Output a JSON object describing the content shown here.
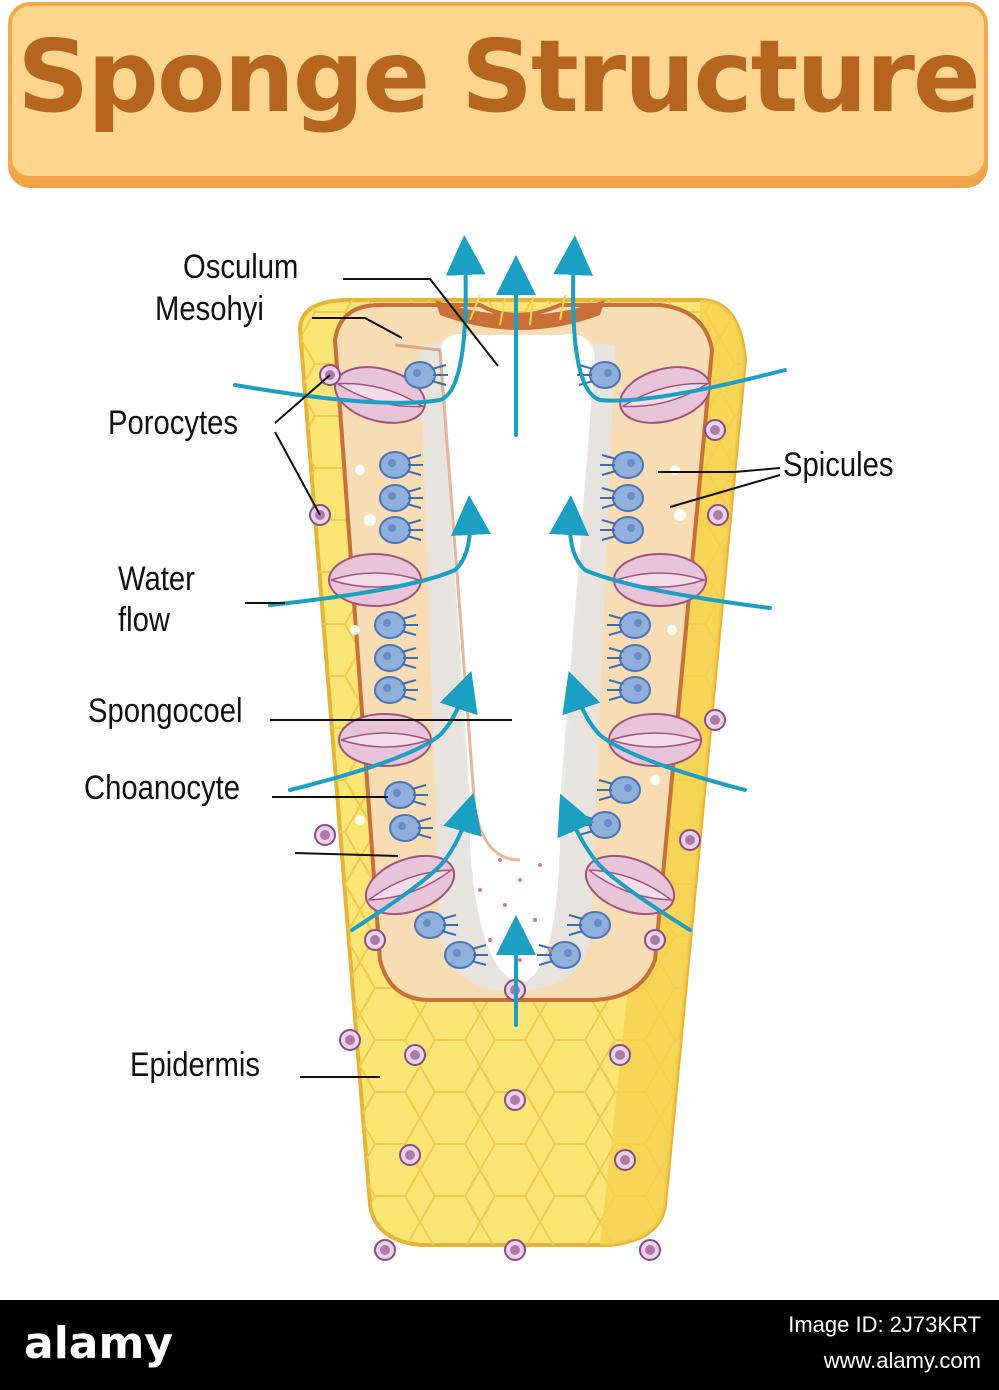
{
  "title": "Sponge Structure",
  "labels": {
    "osculum": "Osculum",
    "mesohyi": "Mesohyi",
    "porocytes": "Porocytes",
    "water_flow_1": "Water",
    "water_flow_2": "flow",
    "spongocoel": "Spongocoel",
    "choanocyte": "Choanocyte",
    "epidermis": "Epidermis",
    "spicules": "Spicules"
  },
  "watermark": {
    "brand": "alamy",
    "image_id": "Image ID: 2J73KRT",
    "url": "www.alamy.com"
  },
  "colors": {
    "body_yellow": "#fbe675",
    "outer_yellow": "#f5d04f",
    "mesohyl": "#f7dcb4",
    "border_brown": "#c9703a",
    "cavity_grey": "#e4e4e4",
    "water_blue": "#1b9fc2",
    "choanocyte_blue": "#8fb0da",
    "porocyte_pink": "#e0b9d2"
  }
}
